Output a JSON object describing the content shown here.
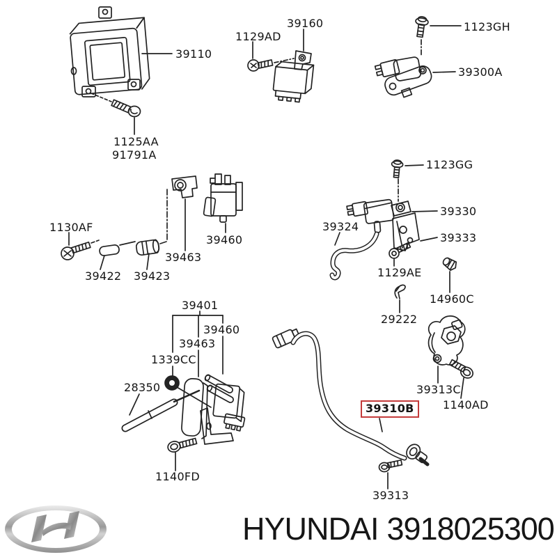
{
  "doc": {
    "background": "#ffffff",
    "line_color": "#222222",
    "highlight_color": "#c43b3b"
  },
  "callouts": [
    {
      "id": "39110",
      "label": "39110"
    },
    {
      "id": "1125AA",
      "label": "1125AA"
    },
    {
      "id": "91791A",
      "label": "91791A"
    },
    {
      "id": "1129AD",
      "label": "1129AD"
    },
    {
      "id": "39160",
      "label": "39160"
    },
    {
      "id": "1123GH",
      "label": "1123GH"
    },
    {
      "id": "39300A",
      "label": "39300A"
    },
    {
      "id": "1123GG",
      "label": "1123GG"
    },
    {
      "id": "39330",
      "label": "39330"
    },
    {
      "id": "39324",
      "label": "39324"
    },
    {
      "id": "39333",
      "label": "39333"
    },
    {
      "id": "1129AE",
      "label": "1129AE"
    },
    {
      "id": "29222",
      "label": "29222"
    },
    {
      "id": "14960C",
      "label": "14960C"
    },
    {
      "id": "1130AF",
      "label": "1130AF"
    },
    {
      "id": "39422",
      "label": "39422"
    },
    {
      "id": "39423",
      "label": "39423"
    },
    {
      "id": "39463-upper",
      "label": "39463"
    },
    {
      "id": "39460-upper",
      "label": "39460"
    },
    {
      "id": "39401",
      "label": "39401"
    },
    {
      "id": "39460-lower",
      "label": "39460"
    },
    {
      "id": "39463-lower",
      "label": "39463"
    },
    {
      "id": "1339CC",
      "label": "1339CC"
    },
    {
      "id": "28350",
      "label": "28350"
    },
    {
      "id": "1140FD",
      "label": "1140FD"
    },
    {
      "id": "39310B",
      "label": "39310B",
      "highlighted": true
    },
    {
      "id": "39313C",
      "label": "39313C"
    },
    {
      "id": "1140AD",
      "label": "1140AD"
    },
    {
      "id": "39313",
      "label": "39313"
    }
  ],
  "footer": {
    "brand": "HYUNDAI",
    "part_number": "3918025300"
  }
}
